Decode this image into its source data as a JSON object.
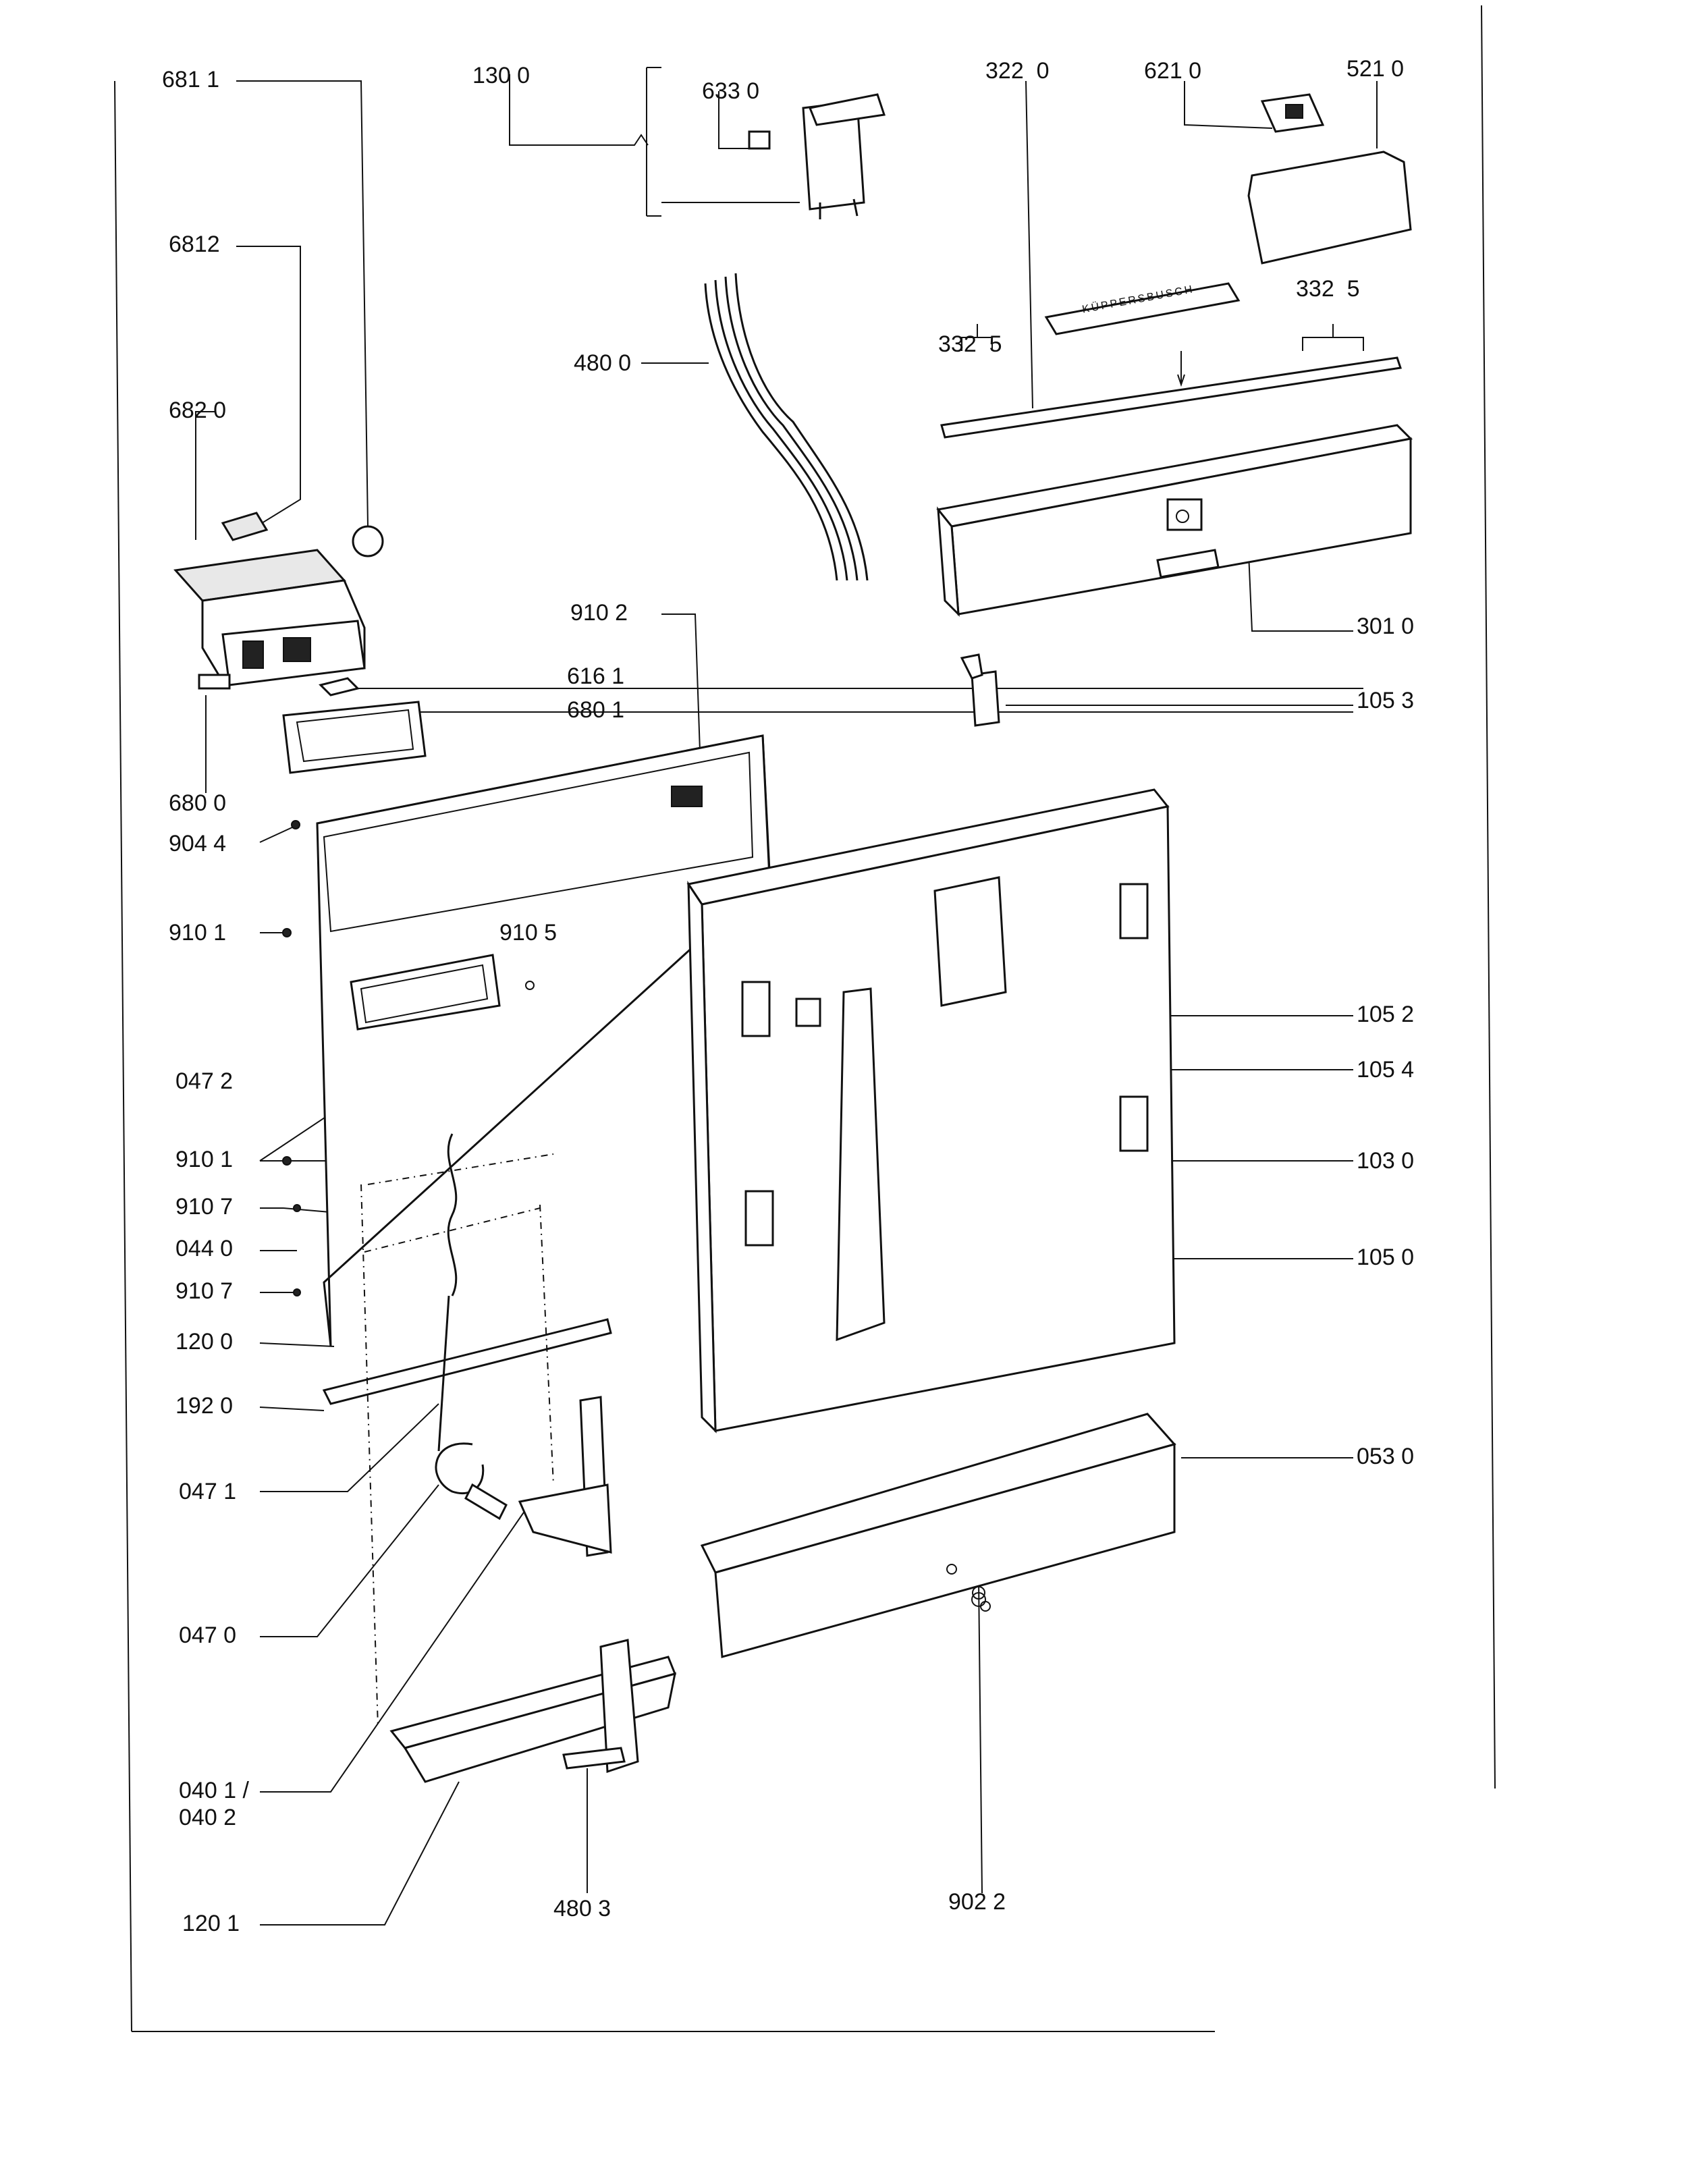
{
  "labels": {
    "p6811": "681 1",
    "p6812": "6812",
    "p6820": "682 0",
    "p6800": "680 0",
    "p1300": "130 0",
    "p6330": "633 0",
    "p4800": "480 0",
    "p3220": "322  0",
    "p6210": "621 0",
    "p5210": "521 0",
    "p3325a": "332  5",
    "p3325b": "332  5",
    "p3010": "301 0",
    "p1053": "105 3",
    "p9102": "910 2",
    "p6161": "616 1",
    "p6801": "680 1",
    "p9044": "904 4",
    "p9101a": "910 1",
    "p9105": "910 5",
    "p0472": "047 2",
    "p9101b": "910 1",
    "p9107a": "910 7",
    "p0440": "044 0",
    "p9107b": "910 7",
    "p1200": "120 0",
    "p1920": "192 0",
    "p0471": "047 1",
    "p0470": "047 0",
    "p0401": "040 1 /",
    "p0402": "040 2",
    "p1201": "120 1",
    "p4803": "480 3",
    "p9022": "902 2",
    "p1052": "105 2",
    "p1054": "105 4",
    "p1030": "103 0",
    "p1050": "105 0",
    "p0530": "053 0"
  },
  "brand_plate": "KÜPPERSBUSCH"
}
